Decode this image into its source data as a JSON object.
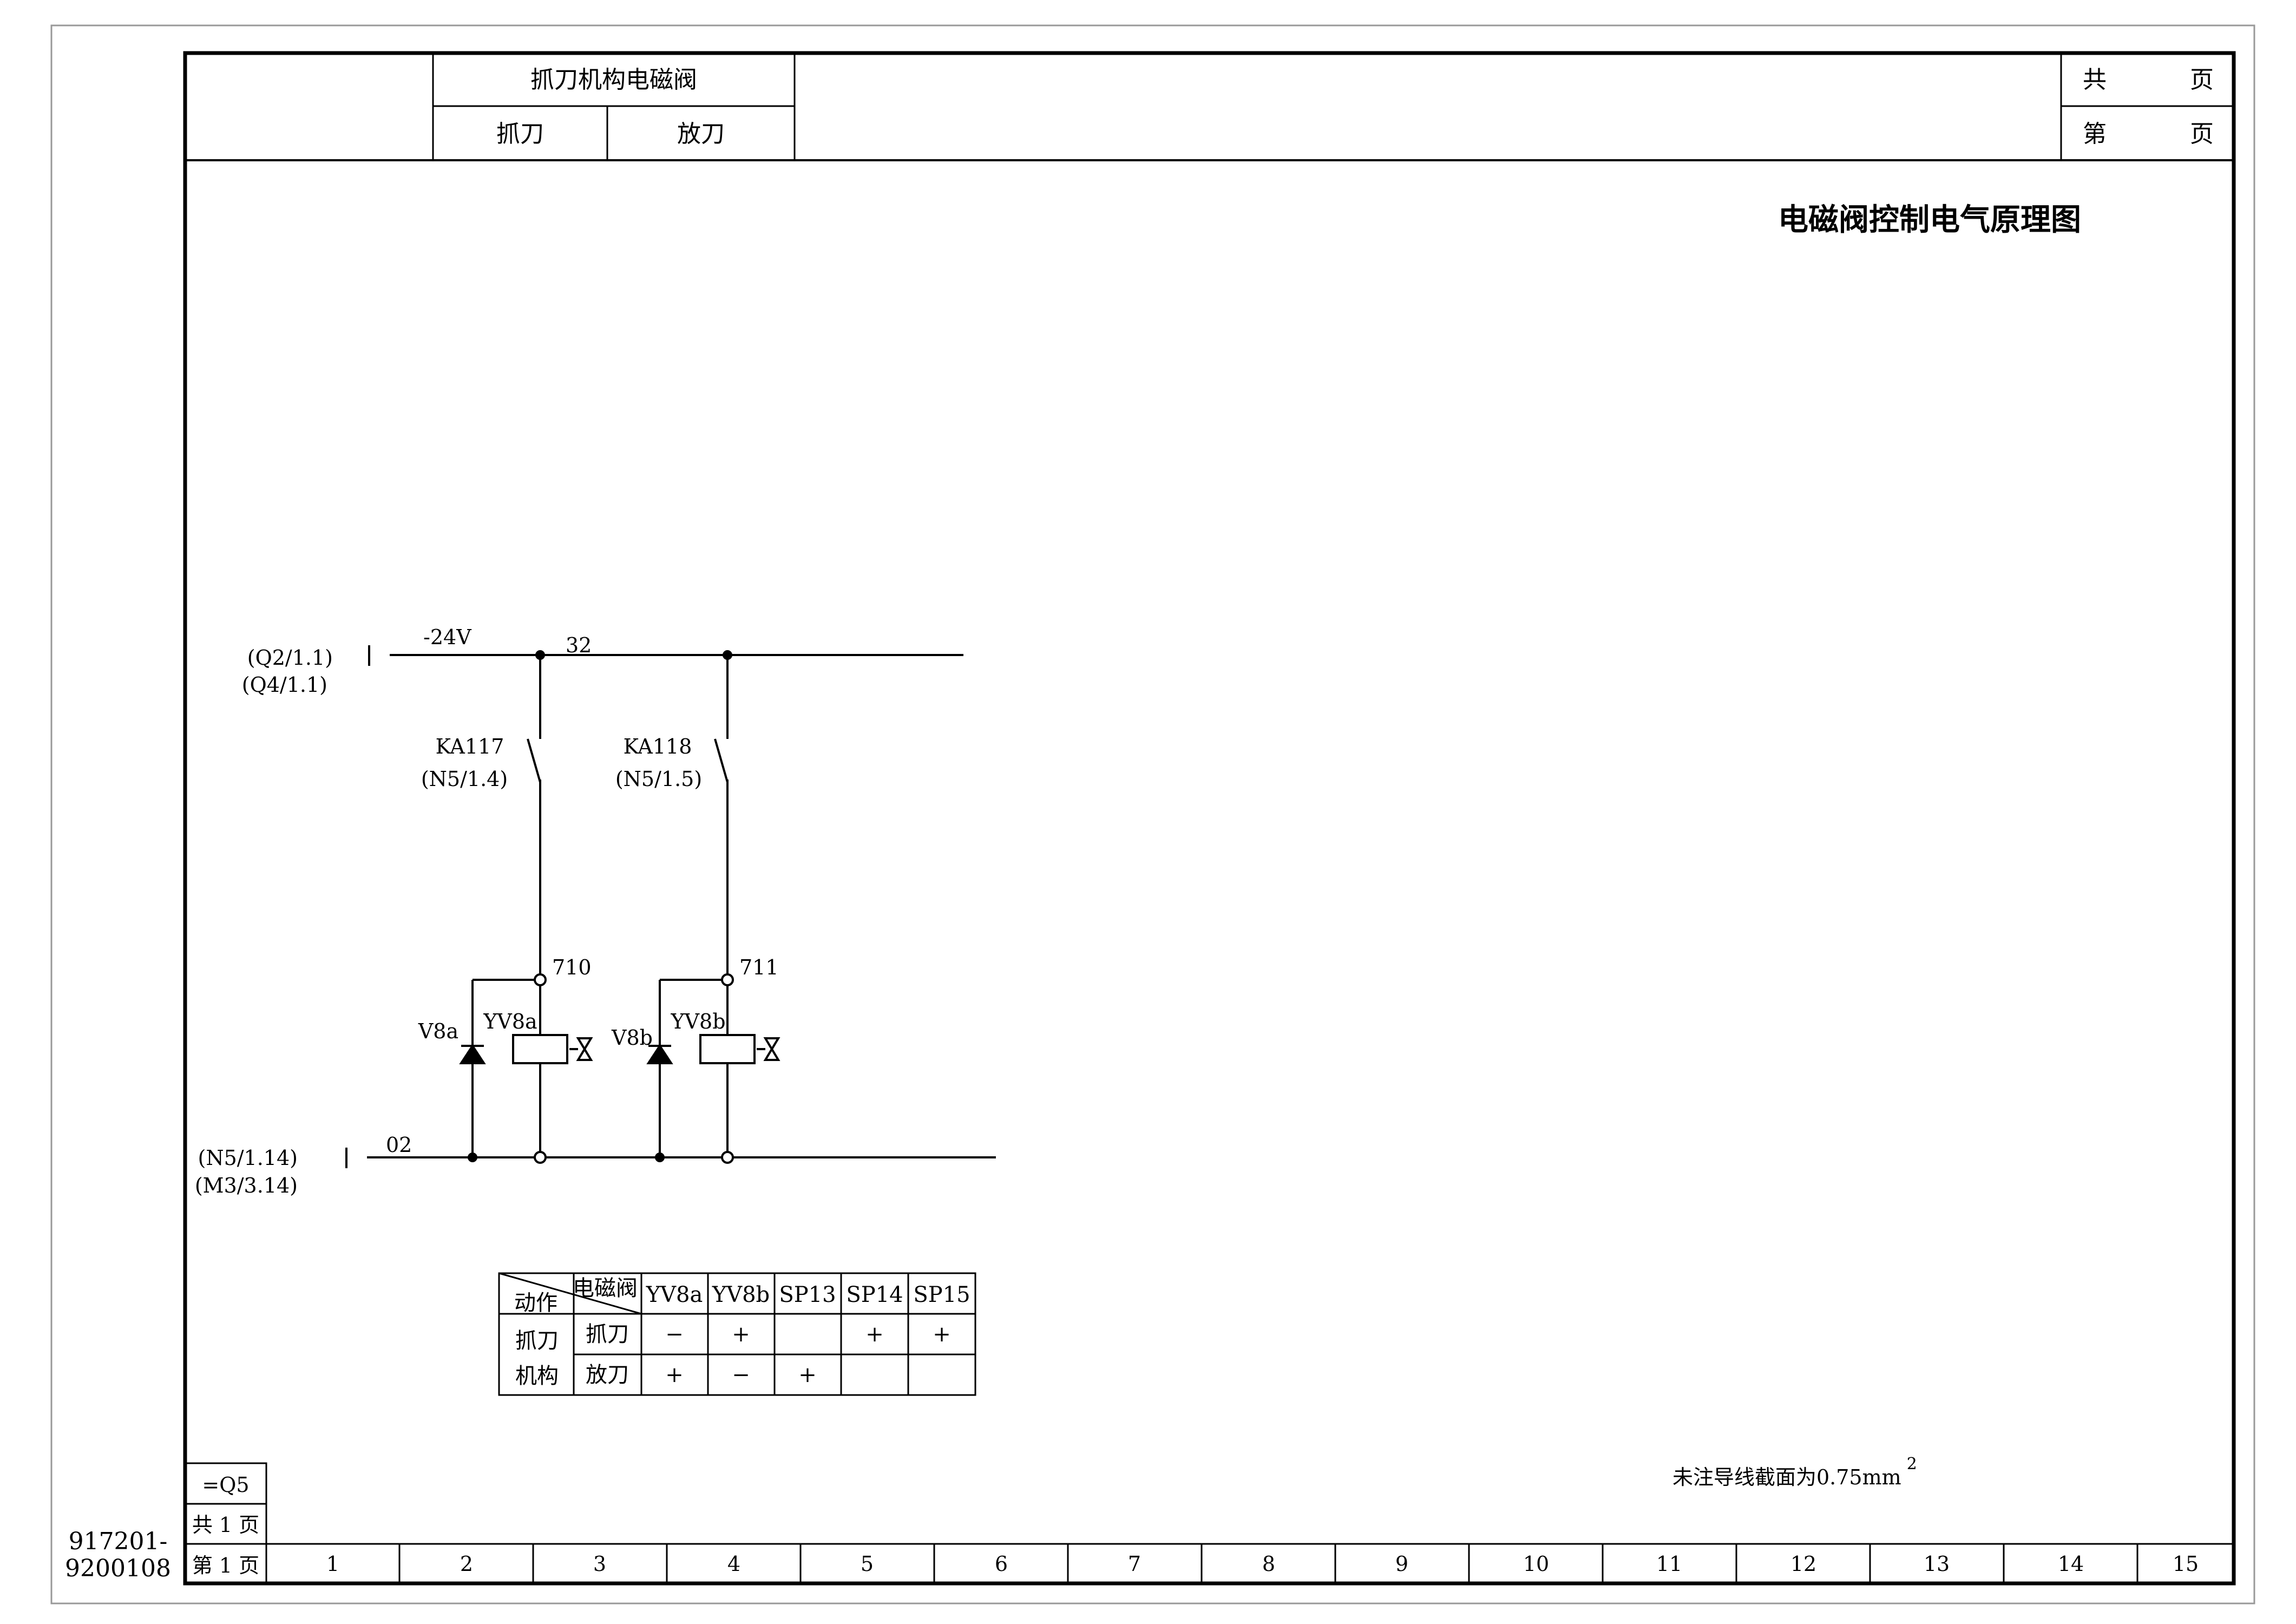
{
  "header": {
    "group_title": "抓刀机构电磁阀",
    "col_grab": "抓刀",
    "col_release": "放刀",
    "total_pages_left": "共",
    "total_pages_right": "页",
    "page_no_left": "第",
    "page_no_right": "页"
  },
  "drawing_title": "电磁阀控制电气原理图",
  "power": {
    "source_ref_1": "(Q2/1.1)",
    "source_ref_2": "(Q4/1.1)",
    "supply_label": "-24V",
    "supply_wire": "32",
    "return_ref_1": "(N5/1.14)",
    "return_ref_2": "(M3/3.14)",
    "return_wire": "02"
  },
  "circuit_a": {
    "relay": "KA117",
    "relay_ref": "(N5/1.4)",
    "wire": "710",
    "diode": "V8a",
    "valve": "YV8a"
  },
  "circuit_b": {
    "relay": "KA118",
    "relay_ref": "(N5/1.5)",
    "wire": "711",
    "diode": "V8b",
    "valve": "YV8b"
  },
  "action_table": {
    "corner_top": "电磁阀",
    "corner_bottom": "动作",
    "columns": [
      "YV8a",
      "YV8b",
      "SP13",
      "SP14",
      "SP15"
    ],
    "group_label_1": "抓刀",
    "group_label_2": "机构",
    "rows": [
      {
        "action": "抓刀",
        "cells": [
          "−",
          "+",
          "",
          "+",
          "+"
        ]
      },
      {
        "action": "放刀",
        "cells": [
          "+",
          "−",
          "+",
          "",
          ""
        ]
      }
    ]
  },
  "note": {
    "text": "未注导线截面为0.75mm",
    "superscript": "2"
  },
  "side_block": {
    "code": "=Q5",
    "total": "共 1 页",
    "page": "第 1 页"
  },
  "drawing_no": {
    "line1": "917201-",
    "line2": "9200108"
  },
  "zones": [
    "1",
    "2",
    "3",
    "4",
    "5",
    "6",
    "7",
    "8",
    "9",
    "10",
    "11",
    "12",
    "13",
    "14",
    "15"
  ]
}
